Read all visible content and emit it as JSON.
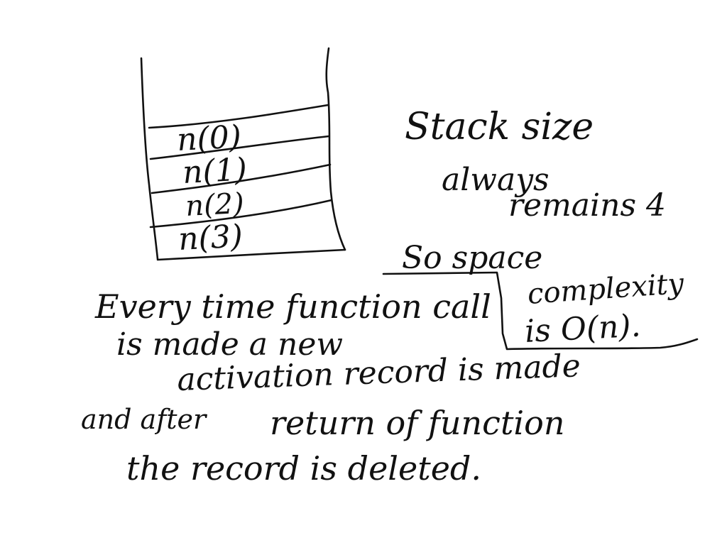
{
  "stack": {
    "frames": [
      "n(0)",
      "n(1)",
      "n(2)",
      "n(3)"
    ]
  },
  "note_right": {
    "line1": "Stack size",
    "line2": "always",
    "line3": "remains 4",
    "line4": "So space",
    "line5": "complexity",
    "line6": "is O(n)."
  },
  "note_bottom": {
    "line1": "Every time function call",
    "line2": "is made a new",
    "line3": "activation record is made",
    "line4a": "and after",
    "line4b": "return of function",
    "line5": "the record is deleted."
  },
  "colors": {
    "ink": "#111111",
    "background": "#ffffff"
  }
}
